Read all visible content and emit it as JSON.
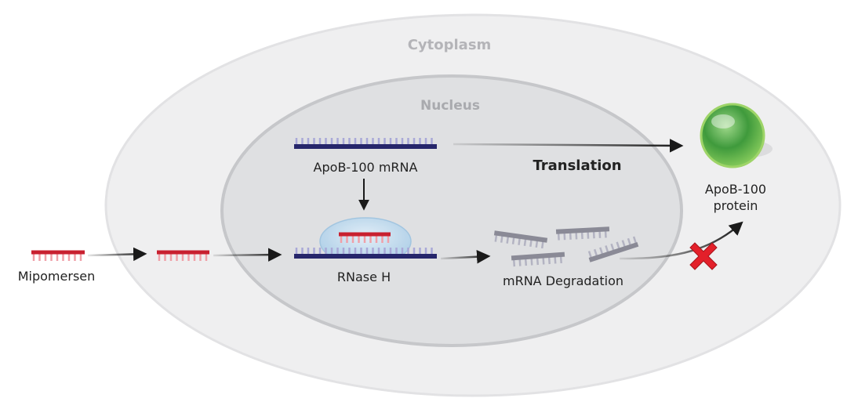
{
  "labels": {
    "cytoplasm": "Cytoplasm",
    "nucleus": "Nucleus",
    "apob_mrna": "ApoB-100 mRNA",
    "translation": "Translation",
    "protein_line1": "ApoB-100",
    "protein_line2": "protein",
    "mipomersen": "Mipomersen",
    "rnase_h": "RNase H",
    "degradation": "mRNA Degradation"
  },
  "colors": {
    "cytoplasm_fill": "#eeeeef",
    "nucleus_fill": "#dedfe1",
    "mrna_backbone": "#26266b",
    "mrna_bases": "#a9a9d8",
    "aso_backbone": "#c8202f",
    "aso_bases": "#f0a0a8",
    "degraded": "#8a8a96",
    "protein": "#3d9a3a",
    "blocked_x": "#e3202a"
  },
  "icons": {
    "blocked": "red-x-icon",
    "protein": "green-sphere-icon"
  }
}
